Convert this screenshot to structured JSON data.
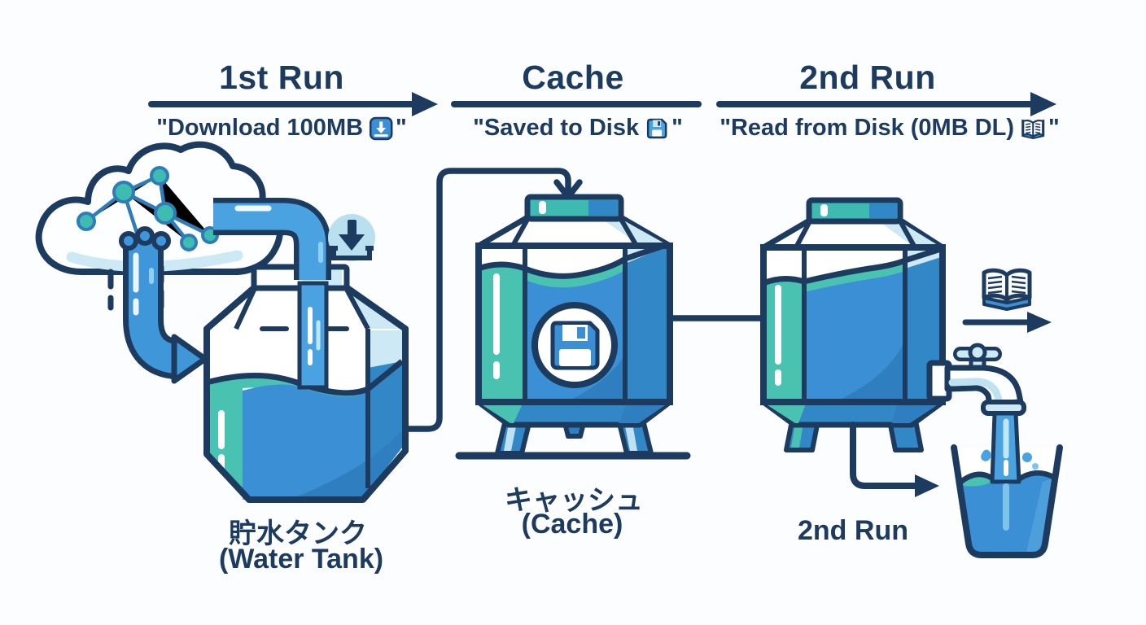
{
  "diagram_title_implicit": "Cache concept diagram (water-tank metaphor)",
  "palette": {
    "outline_navy": "#1d3a5f",
    "water_blue": "#3b8fd4",
    "panel_blue": "#3287c6",
    "deep_blue": "#2f7fc0",
    "pipe_blue": "#4aa3e0",
    "teal": "#49c2b1",
    "cap_teal": "#3dbab1",
    "light_blue": "#cde9f5",
    "pale_badge": "#b9e0ef",
    "background": "#fcfdfe"
  },
  "headers": {
    "first_run": {
      "title": "1st Run",
      "caption_prefix": "\"Download 100MB",
      "caption_suffix": "\"",
      "icon": "download-icon",
      "arrow": "right-arrow"
    },
    "cache": {
      "title": "Cache",
      "caption_prefix": "\"Saved to Disk",
      "caption_suffix": "\"",
      "icon": "floppy-disk-icon",
      "arrow": "plain-line"
    },
    "second_run": {
      "title": "2nd Run",
      "caption_prefix": "\"Read from Disk (0MB DL)",
      "caption_suffix": "\"",
      "icon": "open-book-icon",
      "arrow": "right-arrow"
    }
  },
  "tanks": {
    "tank1": {
      "label_jp": "貯水タンク",
      "label_en": "(Water Tank)"
    },
    "tank2": {
      "label_jp": "キャッシュ",
      "label_en": "(Cache)"
    },
    "tank3": {
      "label": "2nd Run"
    }
  },
  "icons": {
    "cloud": "cloud-with-network-nodes",
    "download_badge": "down-arrow-into-tray-in-circle",
    "floppy_in_tank": "floppy-disk-in-circle",
    "faucet": "water-tap",
    "glass": "glass-of-water",
    "book_beside_tank": "open-book"
  }
}
